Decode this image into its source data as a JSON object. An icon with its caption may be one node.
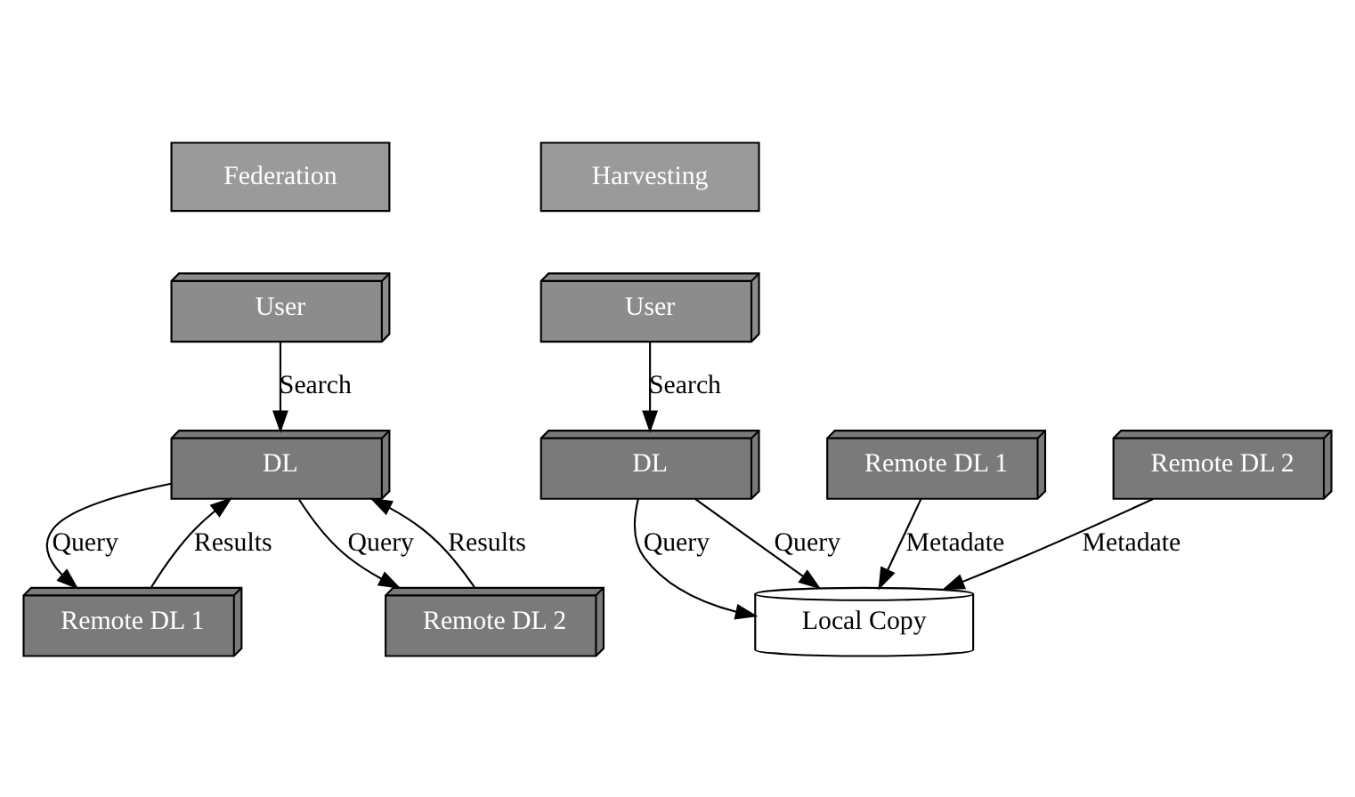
{
  "diagram": {
    "nodes": [
      {
        "text": [
          "Federation"
        ]
      },
      {
        "text": [
          "Harvesting"
        ]
      },
      {
        "text": [
          "User"
        ]
      },
      {
        "text": [
          "DL"
        ]
      },
      {
        "text": [
          "Remote DL 1"
        ]
      },
      {
        "text": [
          "Remote DL 2"
        ]
      },
      {
        "text": [
          "User"
        ]
      },
      {
        "text": [
          "DL"
        ]
      },
      {
        "text": [
          "Local Copy"
        ]
      },
      {
        "text": [
          "Remote DL 1"
        ]
      },
      {
        "text": [
          "Remote DL 2"
        ]
      }
    ],
    "edges": [
      {
        "from": 2,
        "to": 3,
        "arrow": "to",
        "label": "Search"
      },
      {
        "from": 3,
        "to": 4,
        "arrow": "to",
        "label": "Query"
      },
      {
        "from": 4,
        "to": 3,
        "arrow": "to",
        "label": "Results"
      },
      {
        "from": 3,
        "to": 5,
        "arrow": "to",
        "label": "Query"
      },
      {
        "from": 5,
        "to": 3,
        "arrow": "to",
        "label": "Results"
      },
      {
        "from": 6,
        "to": 7,
        "arrow": "to",
        "label": "Search"
      },
      {
        "from": 7,
        "to": 8,
        "arrow": "to",
        "label": "Query"
      },
      {
        "from": 7,
        "to": 8,
        "arrow": "to",
        "label": "Query"
      },
      {
        "from": 9,
        "to": 8,
        "arrow": "to",
        "label": "Metadate"
      },
      {
        "from": 10,
        "to": 8,
        "arrow": "to",
        "label": "Metadate"
      }
    ]
  }
}
